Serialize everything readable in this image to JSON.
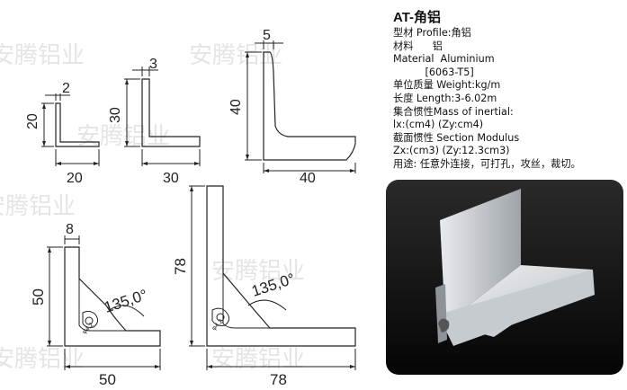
{
  "profiles": {
    "p20": {
      "height": "20",
      "width": "20",
      "thickness": "2"
    },
    "p30": {
      "height": "30",
      "width": "30",
      "thickness": "3"
    },
    "p40": {
      "height": "40",
      "width": "40",
      "thickness": "5"
    },
    "p50": {
      "height": "50",
      "width": "50",
      "flange": "8",
      "angle": "135,0°",
      "bore": "φ4.2"
    },
    "p78": {
      "height": "78",
      "width": "78",
      "angle": "135,0°",
      "bore": "φ4.2"
    }
  },
  "watermark": "安腾铝业",
  "spec": {
    "title": "AT-角铝",
    "lines": [
      "型材 Profile:角铝",
      "材料      铝",
      "Material  Aluminium",
      "          [6063-T5]",
      "单位质量 Weight:kg/m",
      "长度 Length:3-6.02m",
      "集合惯性Mass of inertial:",
      "lx:(cm4) (Zy:cm4)",
      "截面惯性 Section Modulus",
      "Zx:(cm3) (Zy:12.3cm3)",
      "用途: 任意外连接，可打孔，攻丝，裁切。"
    ]
  },
  "colors": {
    "line": "#222222",
    "photo_bg": "#0b0b0b",
    "aluminium": "#c9cdd1"
  }
}
